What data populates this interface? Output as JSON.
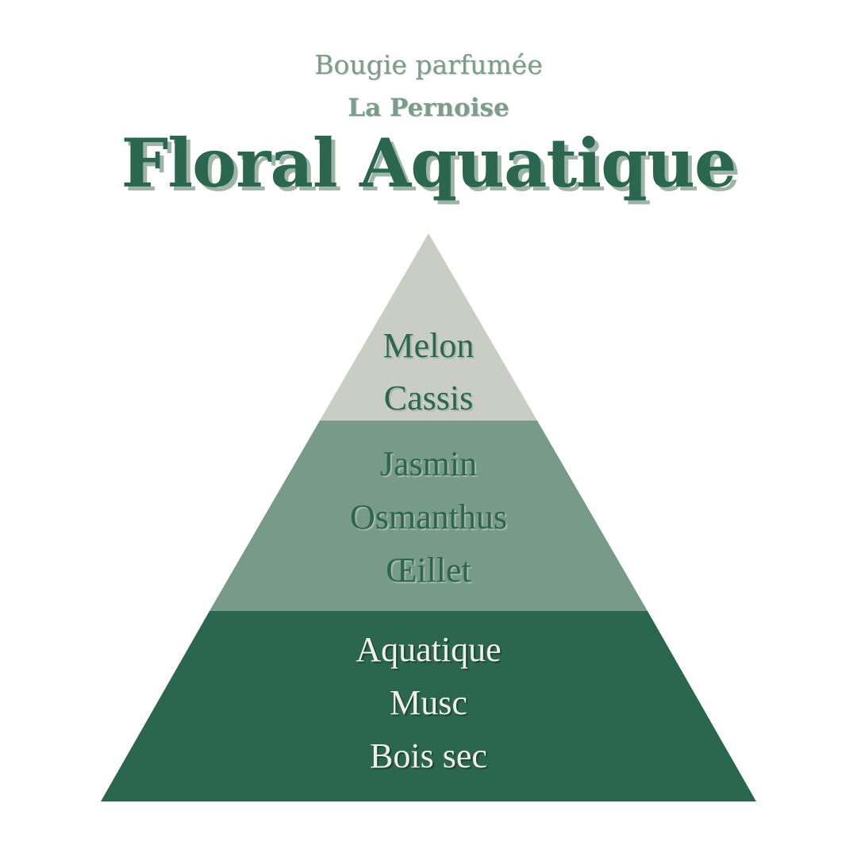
{
  "header": {
    "subtitle": "Bougie parfumée",
    "brand": "La Pernoise",
    "title": "Floral Aquatique"
  },
  "colors": {
    "dark_green": "#2b6650",
    "mid_green": "#789a88",
    "light_gray": "#c9cdc4",
    "subtitle_green": "#7d9c8c",
    "light_text": "#f2efe6"
  },
  "pyramid": {
    "top": {
      "notes": [
        "Melon",
        "Cassis"
      ]
    },
    "middle": {
      "notes": [
        "Jasmin",
        "Osmanthus",
        "Œillet"
      ]
    },
    "base": {
      "notes": [
        "Aquatique",
        "Musc",
        "Bois sec"
      ]
    }
  }
}
